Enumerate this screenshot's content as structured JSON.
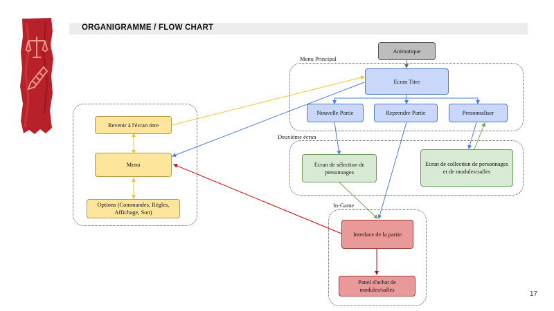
{
  "header": {
    "title": "ORGANIGRAMME / FLOW CHART"
  },
  "groups": {
    "menu_principal": "Menu Principal",
    "deuxieme_ecran": "Deuxième écran",
    "in_game": "In-Game"
  },
  "nodes": {
    "animatique": "Animatique",
    "ecran_titre": "Ecran Titre",
    "nouvelle_partie": "Nouvelle Partie",
    "reprendre_partie": "Reprendre Partie",
    "personnaliser": "Personnaliser",
    "revenir": "Revenir à l'écran titre",
    "menu": "Menu",
    "options": "Options (Commandes, Règles, Affichage, Son)",
    "selection": "Ecran de sélection de personnages",
    "collection": "Ecran de collection de personnages et de modules/salles",
    "interface": "Interface de la partie",
    "panel": "Panel d'achat de modules/salles"
  },
  "colors": {
    "arrow_blue": "#4a7bd8",
    "arrow_yellow": "#f1c232",
    "arrow_green": "#6aa84f",
    "arrow_red": "#cc0000",
    "arrow_gray": "#666666",
    "banner": "#b8202a"
  },
  "icons": [
    "scales-icon",
    "quill-icon"
  ],
  "page_number": "17"
}
